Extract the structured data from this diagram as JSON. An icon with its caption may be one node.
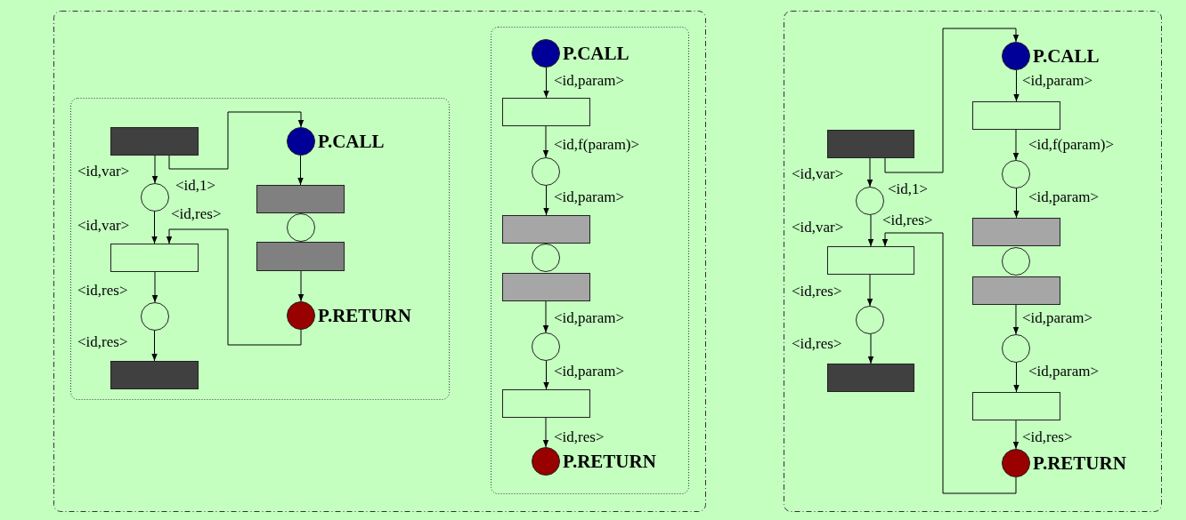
{
  "diagram": {
    "nodes": [
      {
        "text": [],
        "shape": "box"
      },
      {
        "text": [],
        "shape": "box",
        "in": 0
      },
      {
        "text": [],
        "shape": "box",
        "in": 0
      },
      {
        "text": [],
        "shape": "box"
      },
      {
        "text": [],
        "shape": "box",
        "in": 1
      },
      {
        "text": [],
        "shape": "circle",
        "in": 1
      },
      {
        "text": [],
        "shape": "box",
        "in": 1
      },
      {
        "text": [],
        "shape": "circle",
        "in": 1
      },
      {
        "text": [],
        "shape": "box",
        "in": 1
      },
      {
        "text": [],
        "shape": "circle",
        "in": 1,
        "beside": [
          "P.CALL"
        ]
      },
      {
        "text": [],
        "shape": "box",
        "in": 1
      },
      {
        "text": [],
        "shape": "circle",
        "in": 1
      },
      {
        "text": [],
        "shape": "box",
        "in": 1
      },
      {
        "text": [],
        "shape": "circle",
        "in": 1,
        "beside": [
          "P.RETURN"
        ]
      },
      {
        "text": [],
        "shape": "circle",
        "in": 2,
        "beside": [
          "P.CALL"
        ]
      },
      {
        "text": [],
        "shape": "box",
        "in": 2
      },
      {
        "text": [],
        "shape": "circle",
        "in": 2
      },
      {
        "text": [],
        "shape": "box",
        "in": 2
      },
      {
        "text": [],
        "shape": "circle",
        "in": 2
      },
      {
        "text": [],
        "shape": "box",
        "in": 2
      },
      {
        "text": [],
        "shape": "circle",
        "in": 2
      },
      {
        "text": [],
        "shape": "box",
        "in": 2
      },
      {
        "text": [],
        "shape": "circle",
        "in": 2,
        "beside": [
          "P.RETURN"
        ]
      },
      {
        "text": [],
        "shape": "box",
        "in": 3
      },
      {
        "text": [],
        "shape": "circle",
        "in": 3
      },
      {
        "text": [],
        "shape": "box",
        "in": 3
      },
      {
        "text": [],
        "shape": "circle",
        "in": 3
      },
      {
        "text": [],
        "shape": "box",
        "in": 3
      },
      {
        "text": [],
        "shape": "circle",
        "in": 3,
        "beside": [
          "P.CALL"
        ]
      },
      {
        "text": [],
        "shape": "box",
        "in": 3
      },
      {
        "text": [],
        "shape": "circle",
        "in": 3
      },
      {
        "text": [],
        "shape": "box",
        "in": 3
      },
      {
        "text": [],
        "shape": "circle",
        "in": 3
      },
      {
        "text": [],
        "shape": "box",
        "in": 3
      },
      {
        "text": [],
        "shape": "circle",
        "in": 3
      },
      {
        "text": [],
        "shape": "box",
        "in": 3
      },
      {
        "text": [],
        "shape": "circle",
        "in": 3,
        "beside": [
          "P.RETURN"
        ]
      }
    ],
    "edges": [
      {
        "from": 4,
        "to": 5,
        "arrow": "to",
        "label": "<id,var>"
      },
      {
        "from": 5,
        "to": 6,
        "arrow": "to",
        "label": "<id,var>"
      },
      {
        "from": 6,
        "to": 7,
        "arrow": "to",
        "label": "<id,res>"
      },
      {
        "from": 7,
        "to": 8,
        "arrow": "to",
        "label": "<id,res>"
      },
      {
        "from": 4,
        "to": 9,
        "arrow": "to",
        "label": "<id,1>"
      },
      {
        "from": 9,
        "to": 10,
        "arrow": "to"
      },
      {
        "from": 12,
        "to": 13,
        "arrow": "to"
      },
      {
        "from": 13,
        "to": 6,
        "arrow": "to",
        "label": "<id,res>"
      },
      {
        "from": 14,
        "to": 15,
        "arrow": "to",
        "label": "<id,param>"
      },
      {
        "from": 15,
        "to": 16,
        "arrow": "to",
        "label": "<id,f(param)>"
      },
      {
        "from": 16,
        "to": 17,
        "arrow": "to",
        "label": "<id,param>"
      },
      {
        "from": 19,
        "to": 20,
        "arrow": "to",
        "label": "<id,param>"
      },
      {
        "from": 20,
        "to": 21,
        "arrow": "to",
        "label": "<id,param>"
      },
      {
        "from": 21,
        "to": 22,
        "arrow": "to",
        "label": "<id,res>"
      },
      {
        "from": 23,
        "to": 24,
        "arrow": "to",
        "label": "<id,var>"
      },
      {
        "from": 24,
        "to": 25,
        "arrow": "to",
        "label": "<id,var>"
      },
      {
        "from": 25,
        "to": 26,
        "arrow": "to",
        "label": "<id,res>"
      },
      {
        "from": 26,
        "to": 27,
        "arrow": "to",
        "label": "<id,res>"
      },
      {
        "from": 23,
        "to": 28,
        "arrow": "to",
        "label": "<id,1>"
      },
      {
        "from": 28,
        "to": 29,
        "arrow": "to",
        "label": "<id,param>"
      },
      {
        "from": 29,
        "to": 30,
        "arrow": "to",
        "label": "<id,f(param)>"
      },
      {
        "from": 30,
        "to": 31,
        "arrow": "to",
        "label": "<id,param>"
      },
      {
        "from": 33,
        "to": 34,
        "arrow": "to",
        "label": "<id,param>"
      },
      {
        "from": 34,
        "to": 35,
        "arrow": "to",
        "label": "<id,param>"
      },
      {
        "from": 35,
        "to": 36,
        "arrow": "to",
        "label": "<id,res>"
      },
      {
        "from": 36,
        "to": 25,
        "arrow": "to",
        "label": "<id,res>"
      }
    ]
  }
}
